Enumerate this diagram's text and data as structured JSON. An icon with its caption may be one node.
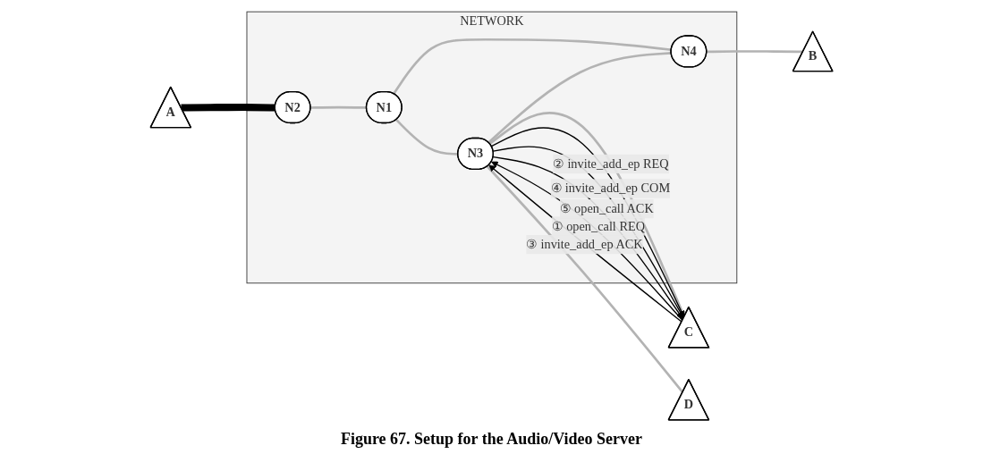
{
  "diagram": {
    "caption": "Figure 67. Setup for the Audio/Video Server",
    "nodes": [
      {
        "text": [
          "NETWORK"
        ]
      },
      {
        "text": [
          "N2"
        ],
        "in": 0
      },
      {
        "text": [
          "N4"
        ],
        "in": 0
      },
      {
        "text": [
          "N1"
        ],
        "in": 0
      },
      {
        "text": [
          "N3"
        ],
        "in": 0
      },
      {
        "text": [
          "A"
        ]
      },
      {
        "text": [
          "B"
        ]
      },
      {
        "text": [
          "C"
        ]
      },
      {
        "text": [
          "D"
        ]
      }
    ],
    "edges": [
      {
        "from": 5,
        "to": 1,
        "arrow": "none",
        "style": "thick",
        "color": "#000000"
      },
      {
        "from": 1,
        "to": 3,
        "arrow": "none"
      },
      {
        "from": 3,
        "to": 2,
        "arrow": "none"
      },
      {
        "from": 3,
        "to": 4,
        "arrow": "none"
      },
      {
        "from": 4,
        "to": 2,
        "arrow": "none"
      },
      {
        "from": 2,
        "to": 6,
        "arrow": "none"
      },
      {
        "from": 4,
        "to": 7,
        "arrow": "none"
      },
      {
        "from": 4,
        "to": 8,
        "arrow": "none"
      },
      {
        "from": 7,
        "to": 4,
        "arrow": "to",
        "label": "① open_call REQ",
        "color": "#000000"
      },
      {
        "from": 4,
        "to": 7,
        "arrow": "to",
        "label": "② invite_add_ep REQ",
        "color": "#000000"
      },
      {
        "from": 7,
        "to": 4,
        "arrow": "to",
        "label": "③ invite_add_ep ACK",
        "color": "#000000"
      },
      {
        "from": 4,
        "to": 7,
        "arrow": "to",
        "label": "④ invite_add_ep COM",
        "color": "#000000"
      },
      {
        "from": 4,
        "to": 7,
        "arrow": "to",
        "label": "⑤ open_call ACK",
        "color": "#000000"
      }
    ]
  }
}
